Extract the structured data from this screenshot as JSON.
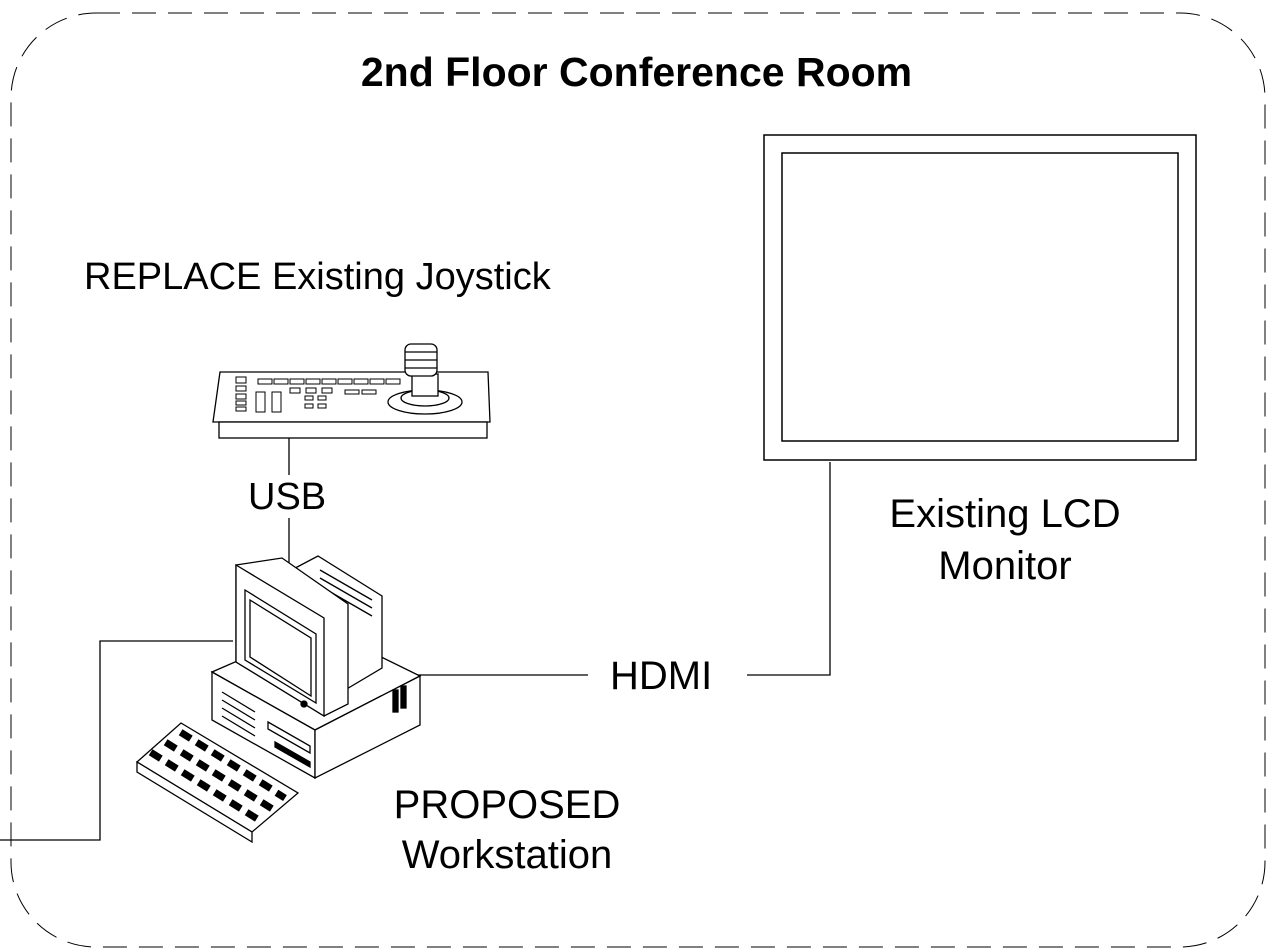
{
  "title": "2nd Floor Conference Room",
  "joystick": {
    "label": "REPLACE Existing Joystick"
  },
  "usb": {
    "label": "USB"
  },
  "monitor": {
    "label_line1": "Existing LCD",
    "label_line2": "Monitor"
  },
  "hdmi": {
    "label": "HDMI"
  },
  "workstation": {
    "label_line1": "PROPOSED",
    "label_line2": "Workstation"
  },
  "colors": {
    "line": "#000000",
    "background": "#ffffff"
  }
}
